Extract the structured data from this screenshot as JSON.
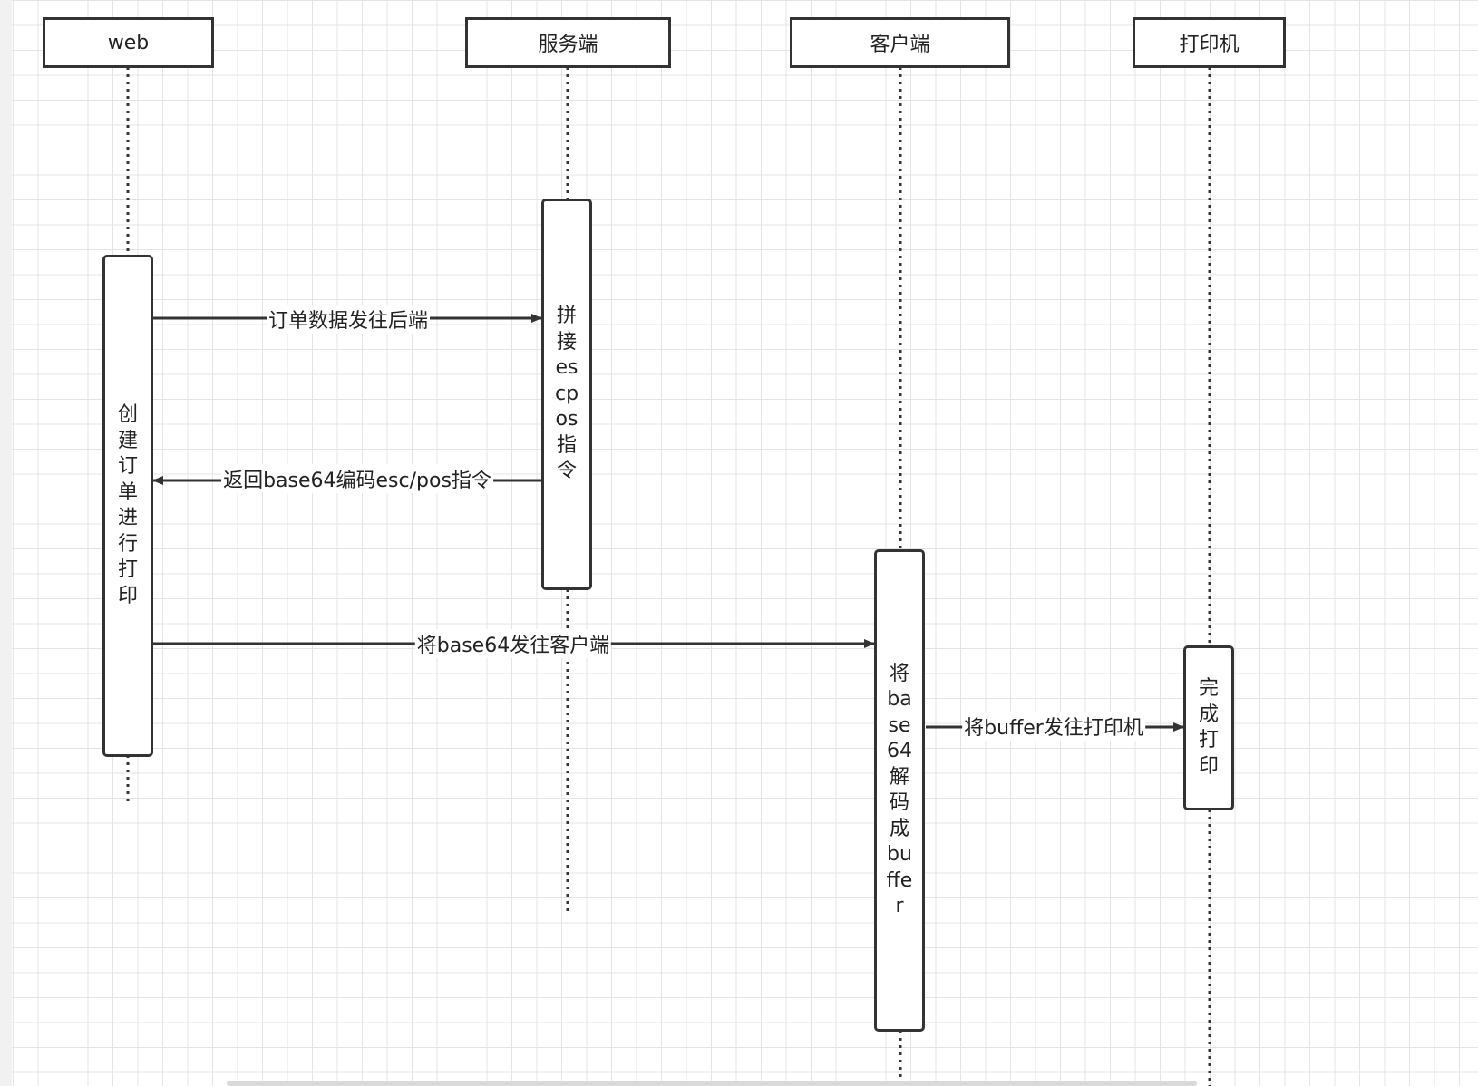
{
  "participants": [
    {
      "id": "web",
      "label": "web"
    },
    {
      "id": "server",
      "label": "服务端"
    },
    {
      "id": "client",
      "label": "客户端"
    },
    {
      "id": "printer",
      "label": "打印机"
    }
  ],
  "activations": [
    {
      "participant": "web",
      "text": "创建订单进行打印"
    },
    {
      "participant": "server",
      "text": "拼接escpos指令"
    },
    {
      "participant": "client",
      "text": "将base64解码成buffer"
    },
    {
      "participant": "printer",
      "text": "完成打印"
    }
  ],
  "messages": [
    {
      "from": "web",
      "to": "server",
      "label": "订单数据发往后端"
    },
    {
      "from": "server",
      "to": "web",
      "label": "返回base64编码esc/pos指令"
    },
    {
      "from": "web",
      "to": "client",
      "label": "将base64发往客户端"
    },
    {
      "from": "client",
      "to": "printer",
      "label": "将buffer发往打印机"
    }
  ],
  "colors": {
    "line": "#333333",
    "grid": "#e4e4e4",
    "background": "#ffffff"
  }
}
